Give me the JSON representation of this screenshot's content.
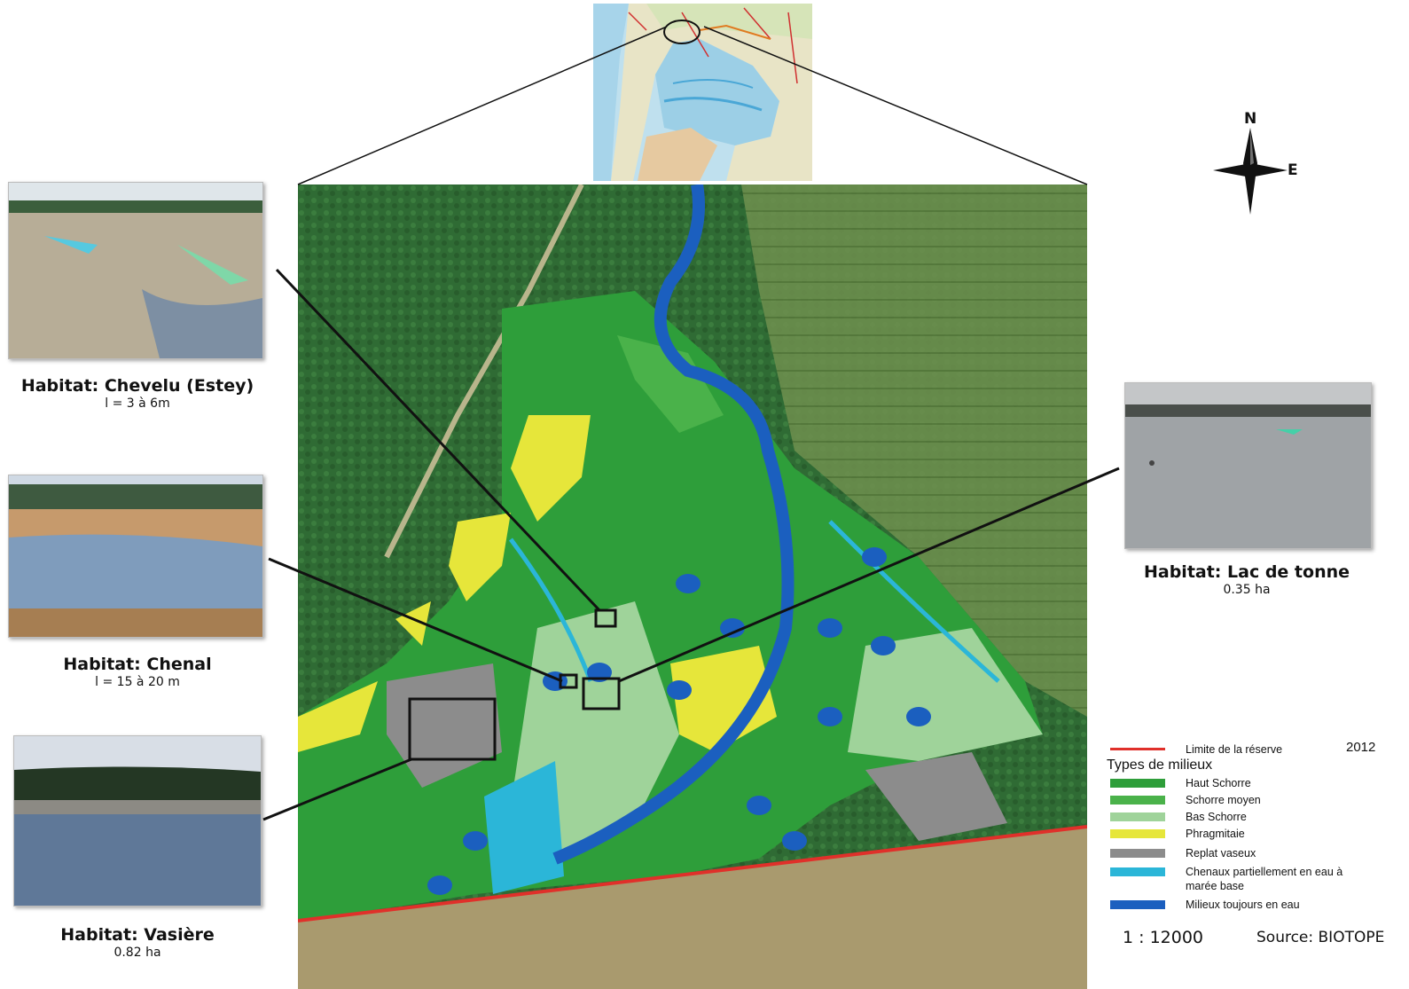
{
  "photos": [
    {
      "id": "chevelu",
      "title": "Habitat: Chevelu (Estey)",
      "subtitle": "l = 3 à 6m"
    },
    {
      "id": "chenal",
      "title": "Habitat: Chenal",
      "subtitle": "l = 15 à 20 m"
    },
    {
      "id": "vasiere",
      "title": "Habitat: Vasière",
      "subtitle": "0.82 ha"
    },
    {
      "id": "lac",
      "title": "Habitat: Lac de tonne",
      "subtitle": "0.35 ha"
    }
  ],
  "compass": {
    "north": "N",
    "east": "E"
  },
  "legend": {
    "year": "2012",
    "boundary_label": "Limite de la réserve",
    "heading": "Types de milieux",
    "items": [
      {
        "label": "Haut Schorre",
        "color": "#2e9e3a"
      },
      {
        "label": "Schorre moyen",
        "color": "#4ab24a"
      },
      {
        "label": "Bas Schorre",
        "color": "#9fd39a"
      },
      {
        "label": "Phragmitaie",
        "color": "#e6e63a"
      },
      {
        "label": "Replat vaseux",
        "color": "#8c8c8c"
      },
      {
        "label": "Chenaux partiellement en eau à",
        "label2": "marée base",
        "color": "#2bb6d8"
      },
      {
        "label": "Milieux toujours en eau",
        "color": "#1b5fbf"
      }
    ],
    "boundary_color": "#e0302a"
  },
  "scale": "1 : 12000",
  "source": "Source: BIOTOPE"
}
